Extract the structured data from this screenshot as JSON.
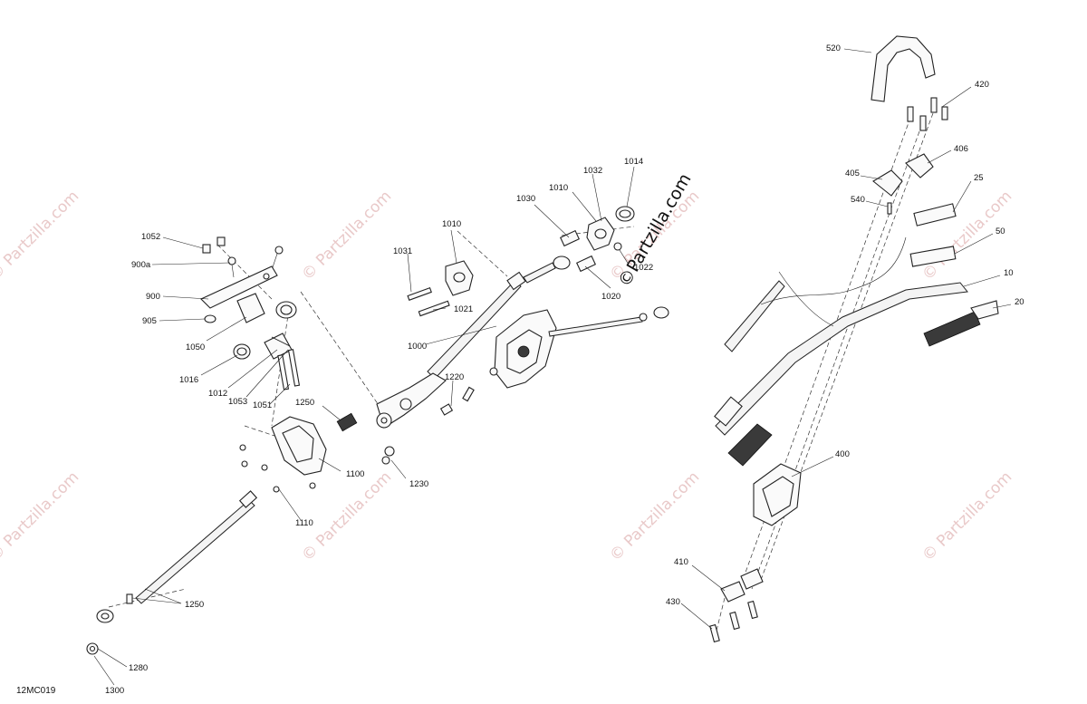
{
  "watermark": {
    "text": "© Partzilla.com",
    "brand_text": "©Partzilla.com"
  },
  "diagram_code": "12MC019",
  "callouts": {
    "c1052": "1052",
    "c900a": "900a",
    "c900": "900",
    "c905": "905",
    "c1050": "1050",
    "c1016": "1016",
    "c1012": "1012",
    "c1053": "1053",
    "c1051": "1051",
    "c1031": "1031",
    "c1010a": "1010",
    "c1021": "1021",
    "c1000": "1000",
    "c1030": "1030",
    "c1010b": "1010",
    "c1032": "1032",
    "c1014": "1014",
    "c1022": "1022",
    "c1020": "1020",
    "c1220": "1220",
    "c1250a": "1250",
    "c1230": "1230",
    "c1100": "1100",
    "c1110": "1110",
    "c1250b": "1250",
    "c1280": "1280",
    "c1300": "1300",
    "c520": "520",
    "c420": "420",
    "c406": "406",
    "c405": "405",
    "c540": "540",
    "c25": "25",
    "c50": "50",
    "c10": "10",
    "c20": "20",
    "c400": "400",
    "c410": "410",
    "c430": "430"
  }
}
